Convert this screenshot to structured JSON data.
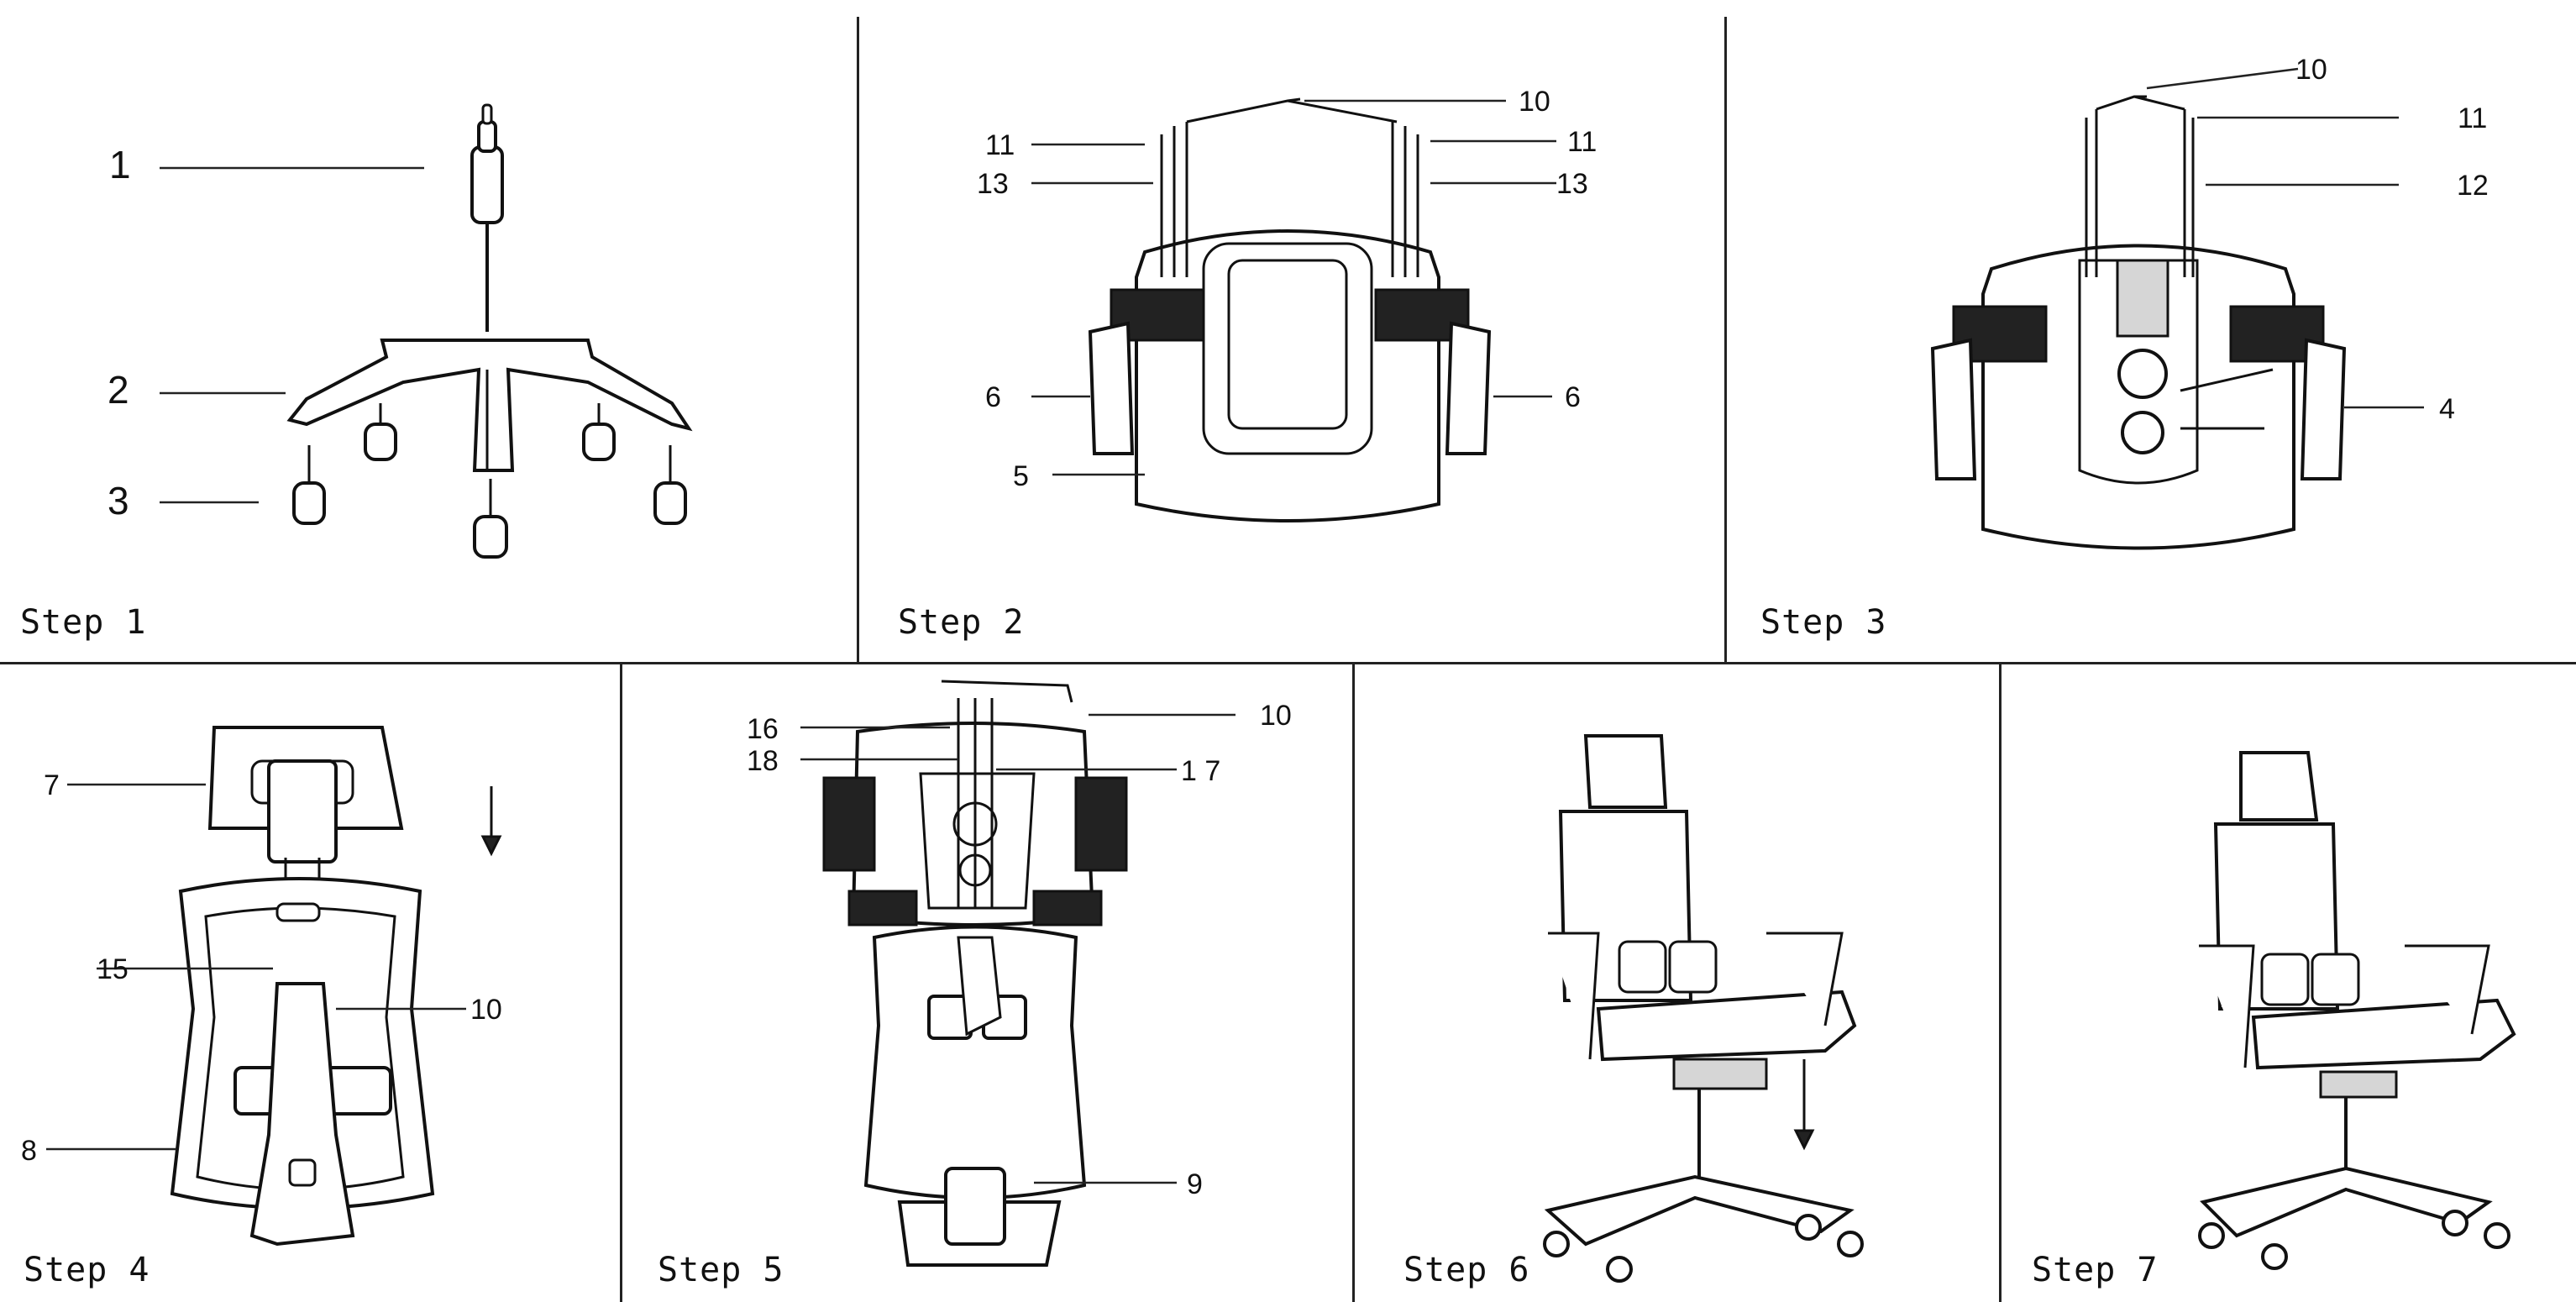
{
  "steps": [
    {
      "label": "Step 1",
      "callouts": [
        "1",
        "2",
        "3"
      ]
    },
    {
      "label": "Step 2",
      "callouts": [
        "10",
        "11",
        "11",
        "13",
        "13",
        "6",
        "6",
        "5"
      ]
    },
    {
      "label": "Step 3",
      "callouts": [
        "10",
        "11",
        "12",
        "4"
      ]
    },
    {
      "label": "Step 4",
      "callouts": [
        "7",
        "15",
        "10",
        "8"
      ]
    },
    {
      "label": "Step 5",
      "callouts": [
        "16",
        "10",
        "18",
        "1 7",
        "9"
      ]
    },
    {
      "label": "Step 6",
      "callouts": []
    },
    {
      "label": "Step 7",
      "callouts": []
    }
  ]
}
